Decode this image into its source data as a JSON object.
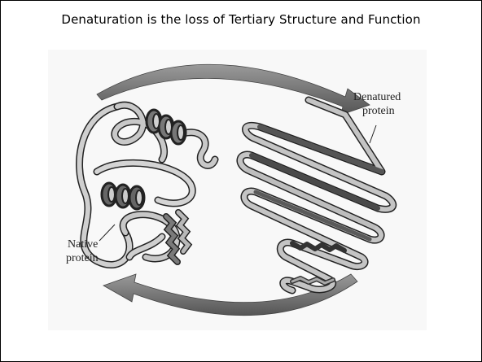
{
  "slide": {
    "title": "Denaturation is the loss of Tertiary Structure and Function"
  },
  "figure": {
    "label_denatured_line1": "Denatured",
    "label_denatured_line2": "protein",
    "label_native_line1": "Native",
    "label_native_line2": "protein"
  },
  "colors": {
    "arrow_fill": "#6e6e6e",
    "ribbon_light": "#c8c8c8",
    "ribbon_dark": "#4a4a4a",
    "ribbon_edge": "#222222",
    "background": "#f8f8f8"
  }
}
